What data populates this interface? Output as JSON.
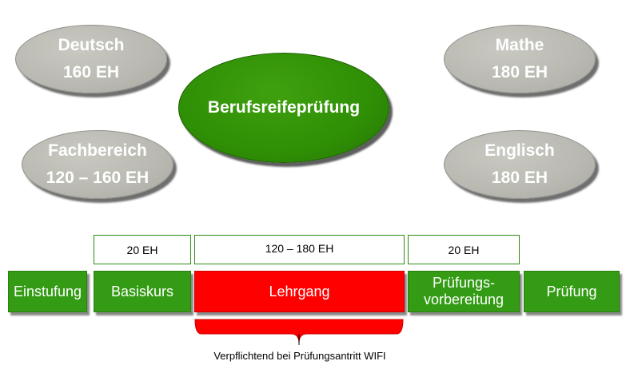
{
  "subjects": {
    "deutsch": {
      "name": "Deutsch",
      "units": "160 EH"
    },
    "mathe": {
      "name": "Mathe",
      "units": "180 EH"
    },
    "fachbereich": {
      "name": "Fachbereich",
      "units": "120 – 160 EH"
    },
    "englisch": {
      "name": "Englisch",
      "units": "180 EH"
    }
  },
  "center": {
    "label": "Berufsreifeprüfung"
  },
  "hours": {
    "basiskurs": "20 EH",
    "lehrgang": "120 – 180 EH",
    "vorbereitung": "20 EH"
  },
  "steps": {
    "einstufung": "Einstufung",
    "basiskurs": "Basiskurs",
    "lehrgang": "Lehrgang",
    "vorbereitung_1": "Prüfungs-",
    "vorbereitung_2": "vorbereitung",
    "pruefung": "Prüfung"
  },
  "note": "Verpflichtend bei Prüfungsantritt WIFI",
  "colors": {
    "green": "#339b14",
    "red": "#ff0000",
    "gray": "#b9b9b2"
  }
}
